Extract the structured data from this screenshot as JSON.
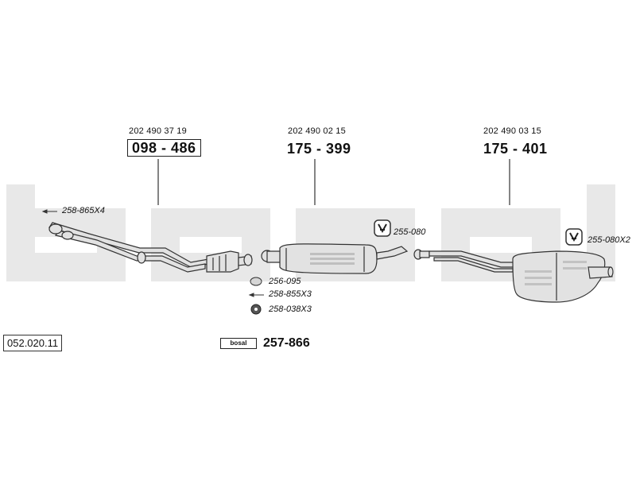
{
  "diagram_code": "052.020.11",
  "groups": [
    {
      "oem_number": "202 490 37 19",
      "part_number": "098 - 486"
    },
    {
      "oem_number": "202 490 02 15",
      "part_number": "175 - 399"
    },
    {
      "oem_number": "202 490 03 15",
      "part_number": "175 - 401"
    }
  ],
  "accessories": [
    {
      "code": "258-865X4"
    },
    {
      "code": "255-080"
    },
    {
      "code": "256-095"
    },
    {
      "code": "258-855X3"
    },
    {
      "code": "258-038X3"
    },
    {
      "code": "255-080X2"
    }
  ],
  "kit": {
    "brand": "bosal",
    "part_number": "257-866"
  },
  "colors": {
    "watermark": "#e9e9e9",
    "line": "#333333",
    "pipe": "#dcdcdc"
  }
}
